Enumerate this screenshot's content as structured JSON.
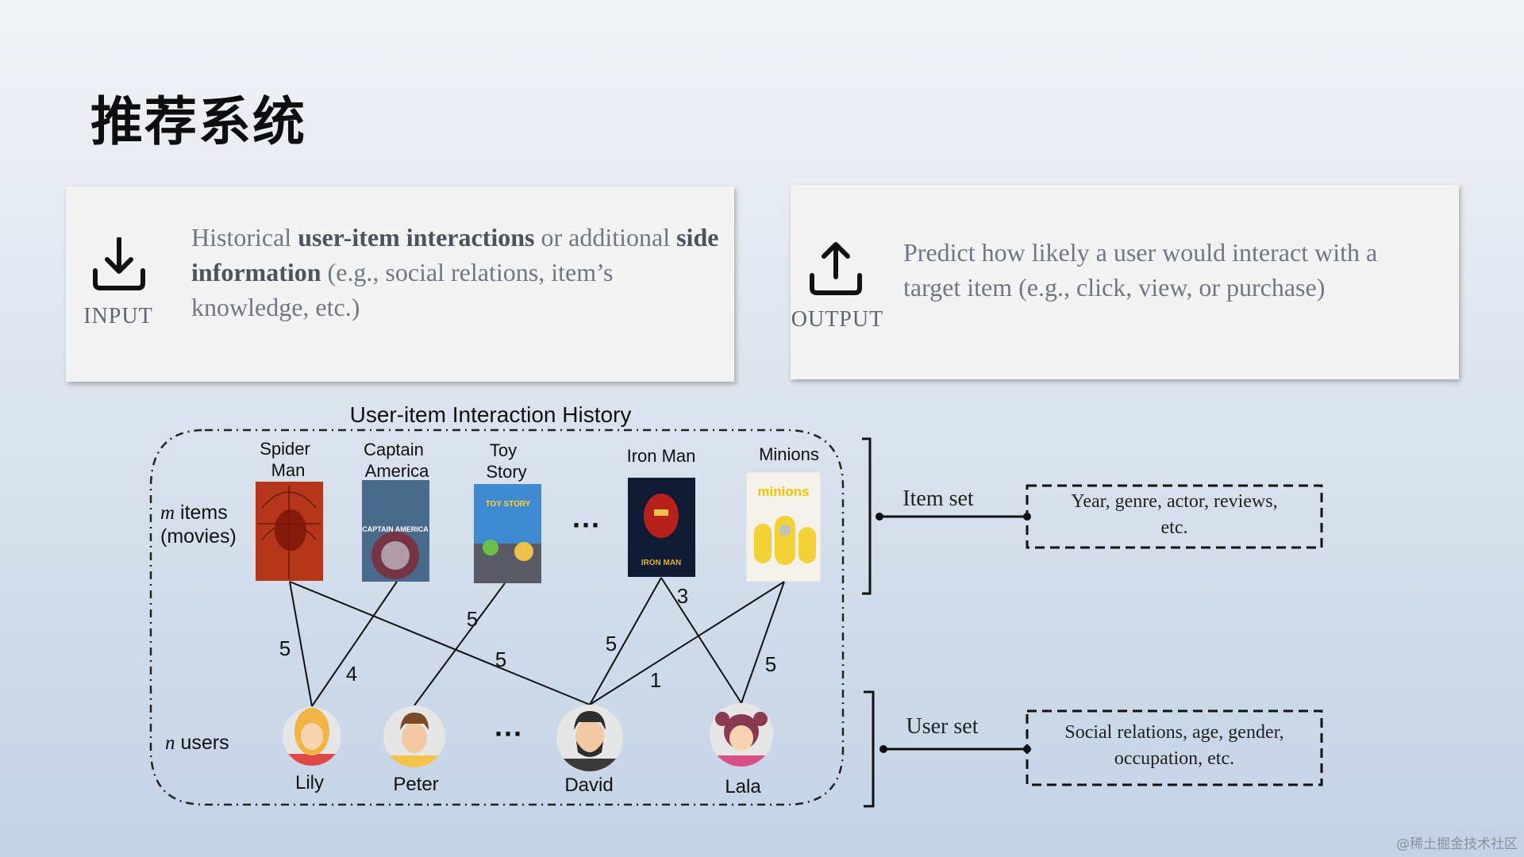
{
  "title": "推荐系统",
  "input": {
    "label": "INPUT",
    "text_pre": "Historical ",
    "text_bold1": "user-item interactions",
    "text_mid": " or additional ",
    "text_bold2": "side information",
    "text_post": " (e.g., social relations, item’s knowledge, etc.)"
  },
  "output": {
    "label": "OUTPUT",
    "text": "Predict how likely a user would interact with a target item (e.g., click, view, or purchase)"
  },
  "diagram": {
    "title": "User-item Interaction History",
    "items_label_var": "m",
    "items_label_word": " items",
    "items_label_line2": "(movies)",
    "users_label_var": "n",
    "users_label_word": " users",
    "ellipsis": "···",
    "items": [
      {
        "name_line1": "Spider",
        "name_line2": "Man",
        "poster_text": "",
        "color": "#b5361a"
      },
      {
        "name_line1": "Captain",
        "name_line2": "America",
        "poster_text": "CAPTAIN AMERICA",
        "color": "#4a6a8c"
      },
      {
        "name_line1": "Toy",
        "name_line2": "Story",
        "poster_text": "TOY STORY",
        "color": "#3f8ad1"
      },
      {
        "name_line1": "Iron Man",
        "name_line2": "",
        "poster_text": "IRON MAN",
        "color": "#0f1a33"
      },
      {
        "name_line1": "Minions",
        "name_line2": "",
        "poster_text": "minions",
        "color": "#f4f2ea"
      }
    ],
    "users": [
      {
        "name": "Lily",
        "hair": "#f0b545",
        "shirt": "#e04848"
      },
      {
        "name": "Peter",
        "hair": "#7a4a2a",
        "shirt": "#f3c34a"
      },
      {
        "name": "David",
        "hair": "#2d2d2d",
        "shirt": "#3a3a3a"
      },
      {
        "name": "Lala",
        "hair": "#8a3a50",
        "shirt": "#d94f8a"
      }
    ],
    "ratings": [
      "5",
      "4",
      "5",
      "5",
      "5",
      "3",
      "1",
      "5"
    ],
    "item_set_label": "Item set",
    "item_set_info": "Year, genre, actor, reviews, etc.",
    "user_set_label": "User set",
    "user_set_info": "Social relations, age, gender, occupation, etc."
  },
  "watermark": "@稀土掘金技术社区"
}
